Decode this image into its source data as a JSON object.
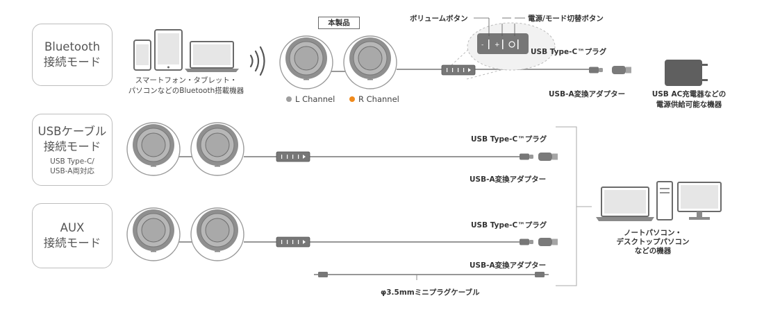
{
  "modes": {
    "bluetooth": {
      "title": "Bluetooth\n接続モード"
    },
    "usb": {
      "title": "USBケーブル\n接続モード",
      "subtitle": "USB Type-C/\nUSB-A両対応"
    },
    "aux": {
      "title": "AUX\n接続モード"
    }
  },
  "labels": {
    "product": "本製品",
    "volume_button": "ボリュームボタン",
    "power_mode_button": "電源/モード切替ボタン",
    "usb_c_plug": "USB Type-C™プラグ",
    "usb_a_adapter": "USB-A変換アダプター",
    "usb_ac_charger": "USB AC充電器などの\n電源供給可能な機器",
    "bluetooth_devices": "スマートフォン・タブレット・\nパソコンなどのBluetooth搭載機器",
    "computers": "ノートパソコン・\nデスクトップパソコン\nなどの機器",
    "mini_plug_cable": "φ3.5mmミニプラグケーブル"
  },
  "channels": {
    "left": {
      "label": "L Channel",
      "color": "#9e9e9e"
    },
    "right": {
      "label": "R Channel",
      "color": "#f08a1c"
    }
  },
  "icons": {
    "signal": "bluetooth-signal-icon",
    "phone": "smartphone-icon",
    "tablet": "tablet-icon",
    "laptop": "laptop-icon",
    "charger": "usb-ac-charger-icon",
    "desktop": "desktop-pc-icon"
  }
}
